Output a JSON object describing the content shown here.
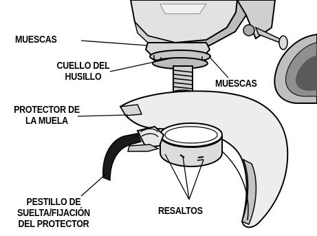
{
  "labels": {
    "muescas_left": "MUESCAS",
    "cuello_line1": "CUELLO DEL",
    "cuello_line2": "HUSILLO",
    "muescas_right": "MUESCAS",
    "protector_line1": "PROTECTOR DE",
    "protector_line2": "LA MUELA",
    "pestillo_line1": "PESTILLO DE",
    "pestillo_line2": "SUELTA/FIJACIÓN",
    "pestillo_line3": "DEL PROTECTOR",
    "resaltos": "RESALTOS"
  },
  "colors": {
    "ink": "#000000",
    "body_light": "#e6e6e6",
    "body_mid": "#c8c8c8",
    "body_dark": "#9a9a9a",
    "guard": "#ededed",
    "guard_shadow": "#bdbdbd",
    "latch": "#1a1a1a"
  }
}
